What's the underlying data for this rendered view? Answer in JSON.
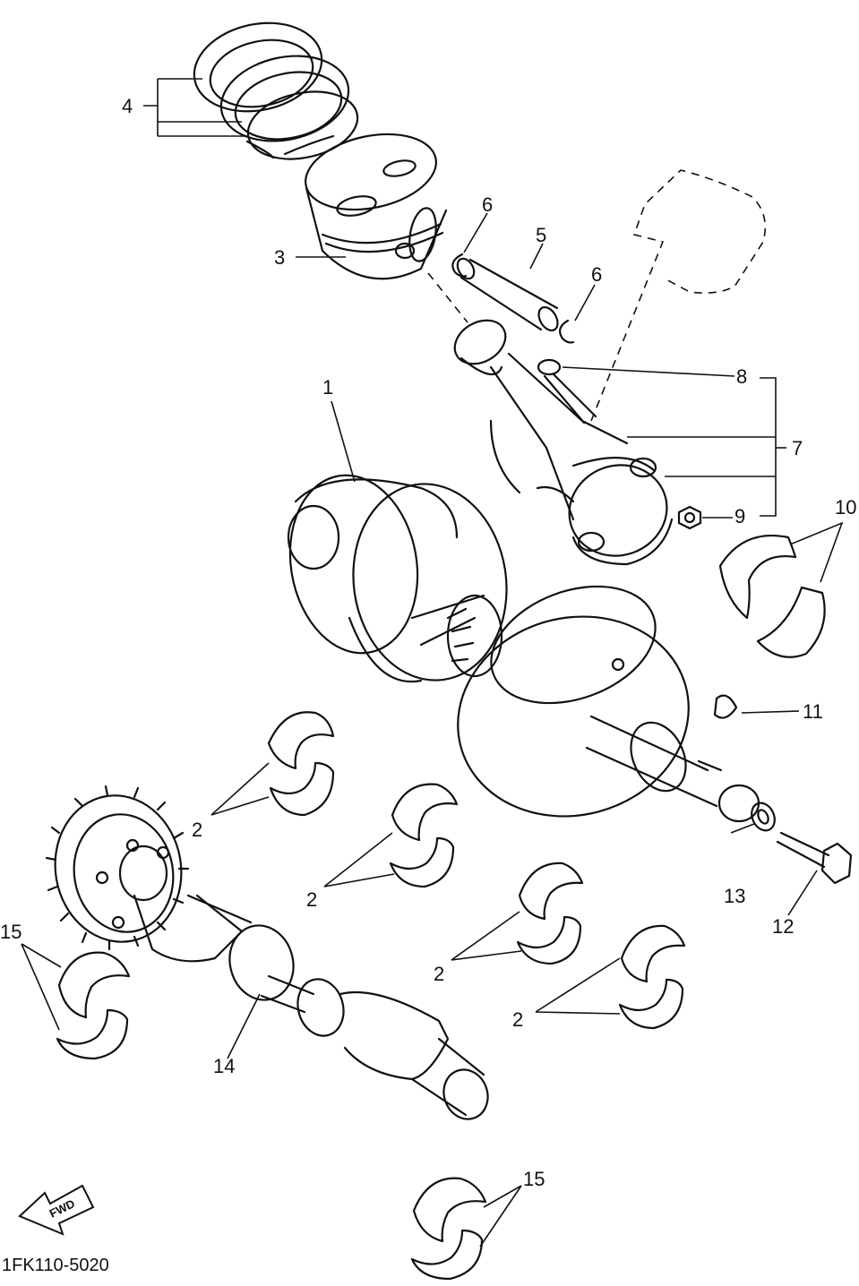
{
  "figure_code": "1FK110-5020",
  "direction_badge": {
    "label": "FWD",
    "icon": "arrow-left-icon"
  },
  "callouts": [
    {
      "id": "c1",
      "text": "1"
    },
    {
      "id": "c2a",
      "text": "2"
    },
    {
      "id": "c2b",
      "text": "2"
    },
    {
      "id": "c2c",
      "text": "2"
    },
    {
      "id": "c2d",
      "text": "2"
    },
    {
      "id": "c3",
      "text": "3"
    },
    {
      "id": "c4",
      "text": "4"
    },
    {
      "id": "c5",
      "text": "5"
    },
    {
      "id": "c6a",
      "text": "6"
    },
    {
      "id": "c6b",
      "text": "6"
    },
    {
      "id": "c7",
      "text": "7"
    },
    {
      "id": "c8",
      "text": "8"
    },
    {
      "id": "c9",
      "text": "9"
    },
    {
      "id": "c10",
      "text": "10"
    },
    {
      "id": "c11",
      "text": "11"
    },
    {
      "id": "c12",
      "text": "12"
    },
    {
      "id": "c13",
      "text": "13"
    },
    {
      "id": "c14",
      "text": "14"
    },
    {
      "id": "c15a",
      "text": "15"
    },
    {
      "id": "c15b",
      "text": "15"
    }
  ]
}
